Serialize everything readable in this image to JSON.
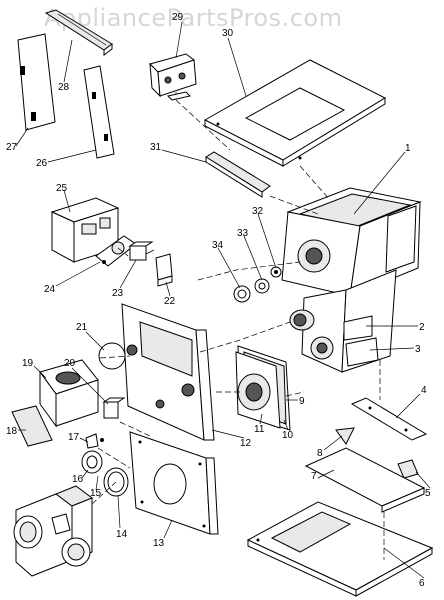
{
  "watermark": "AppliancePartsPros.com",
  "callouts": [
    "1",
    "2",
    "3",
    "4",
    "5",
    "6",
    "7",
    "8",
    "9",
    "10",
    "11",
    "12",
    "13",
    "14",
    "15",
    "16",
    "17",
    "18",
    "19",
    "20",
    "21",
    "22",
    "23",
    "24",
    "25",
    "26",
    "27",
    "28",
    "29",
    "30",
    "31",
    "32",
    "33",
    "34"
  ]
}
